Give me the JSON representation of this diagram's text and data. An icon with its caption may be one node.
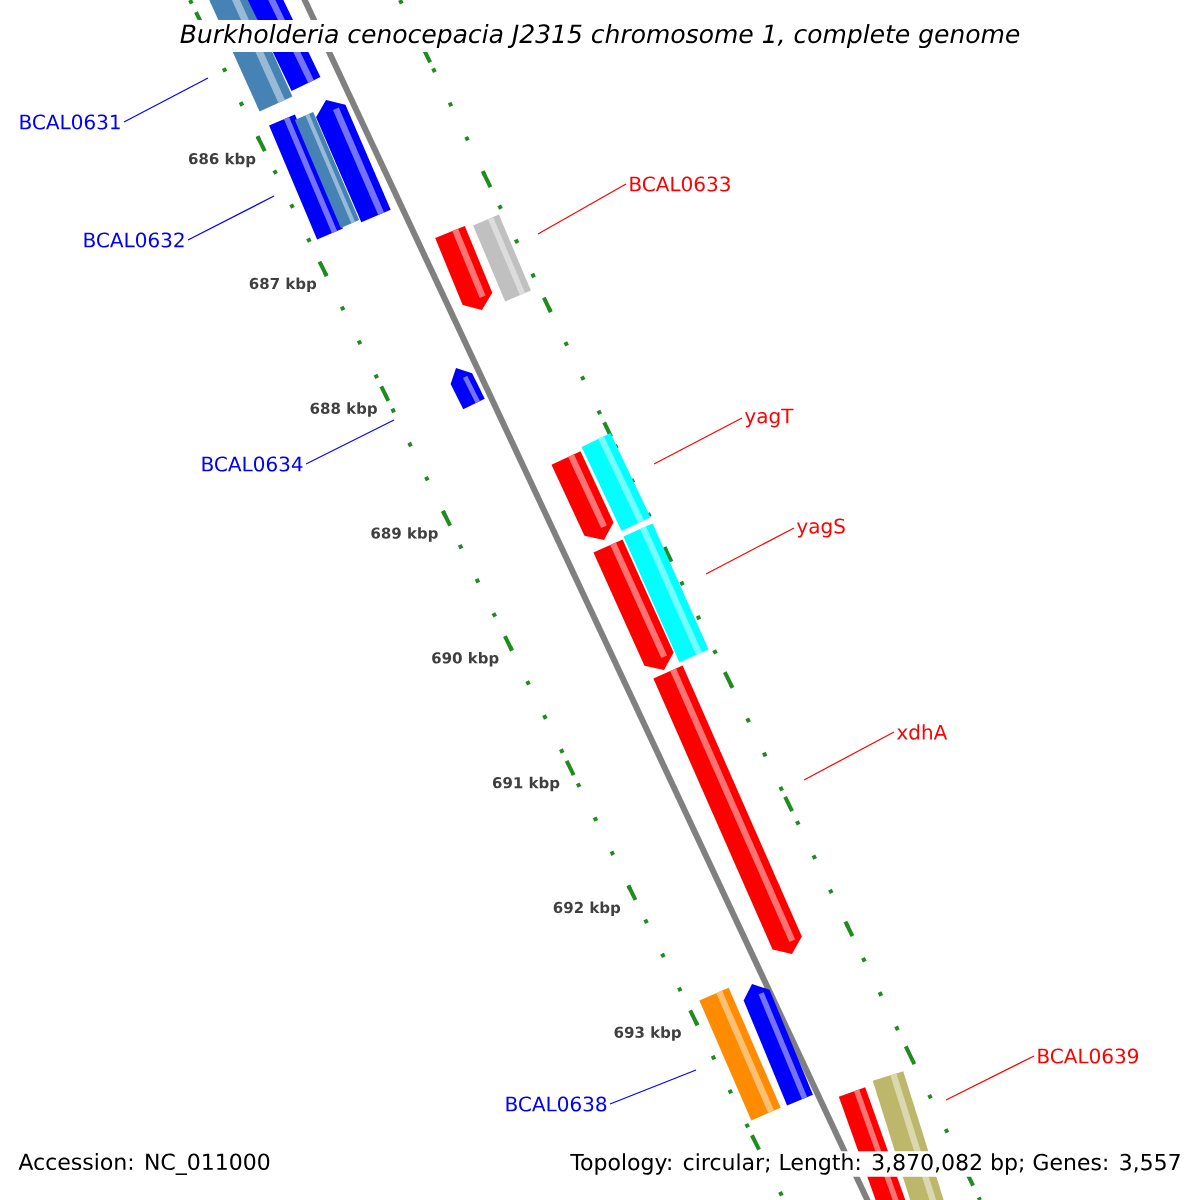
{
  "diagram": {
    "title": "Burkholderia cenocepacia J2315 chromosome 1, complete genome",
    "nodes": [
      {
        "text": [
          "BCAL0631"
        ]
      },
      {
        "text": [
          "BCAL0633"
        ]
      },
      {
        "text": [
          "BCAL0632"
        ]
      },
      {
        "text": [
          "yagT"
        ]
      },
      {
        "text": [
          "BCAL0634"
        ]
      },
      {
        "text": [
          "yagS"
        ]
      },
      {
        "text": [
          "xdhA"
        ]
      },
      {
        "text": [
          "BCAL0639"
        ]
      },
      {
        "text": [
          "BCAL0638"
        ]
      }
    ],
    "edges": [
      {
        "from": 0,
        "to": null,
        "arrow": "none",
        "color": "#0000ff"
      },
      {
        "from": 1,
        "to": null,
        "arrow": "none"
      },
      {
        "from": 2,
        "to": null,
        "arrow": "none",
        "color": "#0000ff"
      },
      {
        "from": 3,
        "to": null,
        "arrow": "none"
      },
      {
        "from": 4,
        "to": null,
        "arrow": "none",
        "color": "#0000ff"
      },
      {
        "from": 5,
        "to": null,
        "arrow": "none"
      },
      {
        "from": 6,
        "to": null,
        "arrow": "none"
      },
      {
        "from": 7,
        "to": null,
        "arrow": "none"
      },
      {
        "from": 8,
        "to": null,
        "arrow": "none",
        "color": "#0000ff"
      }
    ],
    "labels": [
      "686 kbp",
      "687 kbp",
      "688 kbp",
      "689 kbp",
      "690 kbp",
      "691 kbp",
      "692 kbp",
      "693 kbp",
      "Accession: NC_011000",
      "Topology: circular; Length: 3,870,082 bp; Genes: 3,557"
    ]
  }
}
